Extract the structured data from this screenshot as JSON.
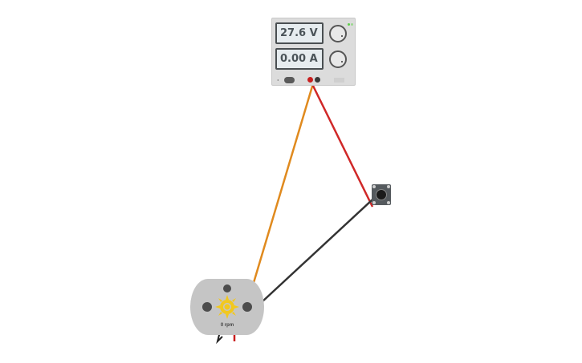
{
  "power_supply": {
    "voltage_display": "27.6 V",
    "current_display": "0.00 A"
  },
  "motor": {
    "speed_label": "0 rpm"
  },
  "colors": {
    "wire_orange": "#e08a1e",
    "wire_red": "#d02828",
    "wire_black": "#333333",
    "sun_yellow": "#f2c81e"
  }
}
